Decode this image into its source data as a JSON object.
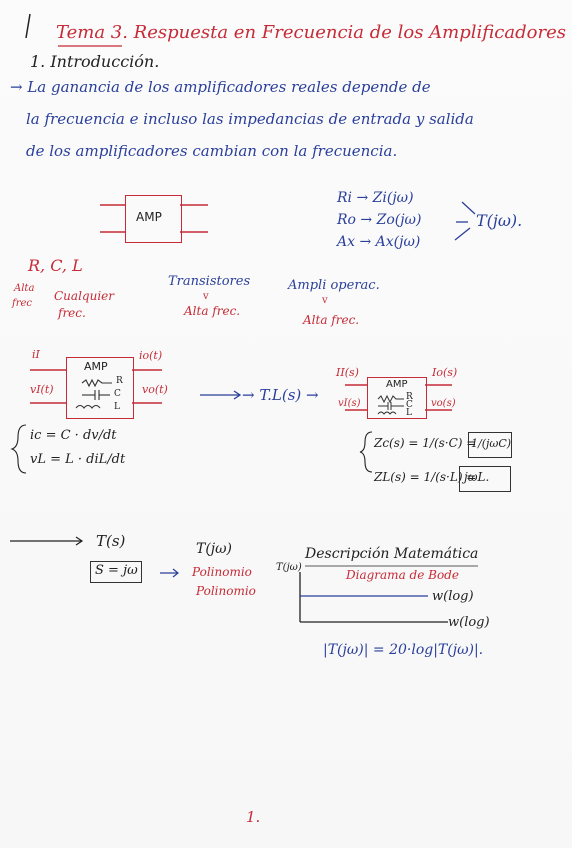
{
  "header": {
    "title": "Tema 3. Respuesta en Frecuencia de los Amplificadores",
    "section": "1. Introducción."
  },
  "intro": {
    "line1": "→ La ganancia de los amplificadores reales depende de",
    "line2": "la frecuencia e incluso las impedancias de entrada y salida",
    "line3": "de los amplificadores cambian con la frecuencia."
  },
  "block_amp": {
    "label": "AMP",
    "map": [
      "Ri → Zi(jω)",
      "Ro → Zo(jω)",
      "Ax → Ax(jω)"
    ],
    "result": "T(jω)."
  },
  "rcl": {
    "title": "R, C, L",
    "alta": "Alta",
    "frec": "frec",
    "cualquier": "Cualquier",
    "frec2": "frec."
  },
  "devices": {
    "transistores": "Transistores",
    "transistores_sub": "Alta frec.",
    "ampli": "Ampli operac.",
    "ampli_sub": "Alta frec."
  },
  "circuit_left": {
    "label": "AMP",
    "ii": "iI",
    "io": "io(t)",
    "vi": "vI(t)",
    "vo": "vo(t)",
    "r": "R",
    "c": "C",
    "l": "L",
    "eq1": "ic = C · dv/dt",
    "eq2": "vL = L · diL/dt"
  },
  "arrow_tl": "→ T.L(s) →",
  "circuit_right": {
    "label": "AMP",
    "ii": "II(s)",
    "io": "Io(s)",
    "vi": "vI(s)",
    "vo": "vo(s)",
    "r": "R",
    "c": "C",
    "l": "L",
    "zc": "Zc(s) = 1/(s·C) =",
    "zc_box": "1/(jωC)",
    "zl": "ZL(s) = 1/(s·L) =",
    "zl_box": "jωL."
  },
  "bottom": {
    "ts": "T(s)",
    "s_eq": "S = jω",
    "tjw": "T(jω)",
    "poly1": "Polinomio",
    "poly2": "Polinomio",
    "desc": "Descripción Matemática",
    "bode": "Diagrama de Bode",
    "axis_y": "T(jω)",
    "w_log1": "w(log)",
    "w_log2": "w(log)",
    "formula": "|T(jω)| = 20·log|T(jω)|."
  },
  "footer": {
    "page_number": "1."
  },
  "colors": {
    "blue_ink": "#2a3f9b",
    "red_ink": "#c62b37",
    "black_ink": "#222222"
  }
}
